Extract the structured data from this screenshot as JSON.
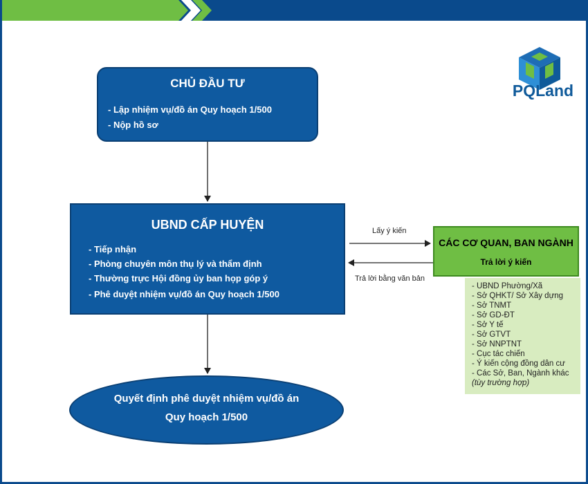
{
  "brand": {
    "name": "PQLand",
    "colors": {
      "blue": "#0f5aa0",
      "green": "#6fbe44",
      "light_green": "#d8ecc0"
    }
  },
  "owner_box": {
    "title": "CHỦ ĐẦU TƯ",
    "items": [
      "- Lập nhiệm vụ/đồ án Quy hoạch 1/500",
      "- Nộp hồ sơ"
    ]
  },
  "ubnd_box": {
    "title": "UBND CẤP HUYỆN",
    "items": [
      "- Tiếp nhận",
      "- Phòng chuyên môn thụ lý và thẩm định",
      "- Thường trực Hội đồng ủy ban họp góp ý",
      "- Phê duyệt nhiệm vụ/đồ án Quy hoạch 1/500"
    ]
  },
  "agencies_box": {
    "title": "CÁC CƠ QUAN, BAN NGÀNH",
    "subtitle": "Trả lời ý kiến",
    "list": [
      "- UBND Phường/Xã",
      "- Sở QHKT/ Sở Xây dựng",
      "- Sở TNMT",
      "- Sở GD-ĐT",
      "- Sở Y tế",
      "- Sở GTVT",
      "- Sở NNPTNT",
      "- Cục tác chiến",
      "- Ý kiến cộng đồng dân cư",
      "- Các Sở, Ban, Ngành khác"
    ],
    "note": "(tùy trường hợp)"
  },
  "arrows": {
    "request_label": "Lấy ý kiến",
    "response_label": "Trả lời bằng văn bản"
  },
  "result": {
    "line1": "Quyết định phê duyệt nhiệm vụ/đồ án",
    "line2": "Quy hoạch 1/500"
  }
}
